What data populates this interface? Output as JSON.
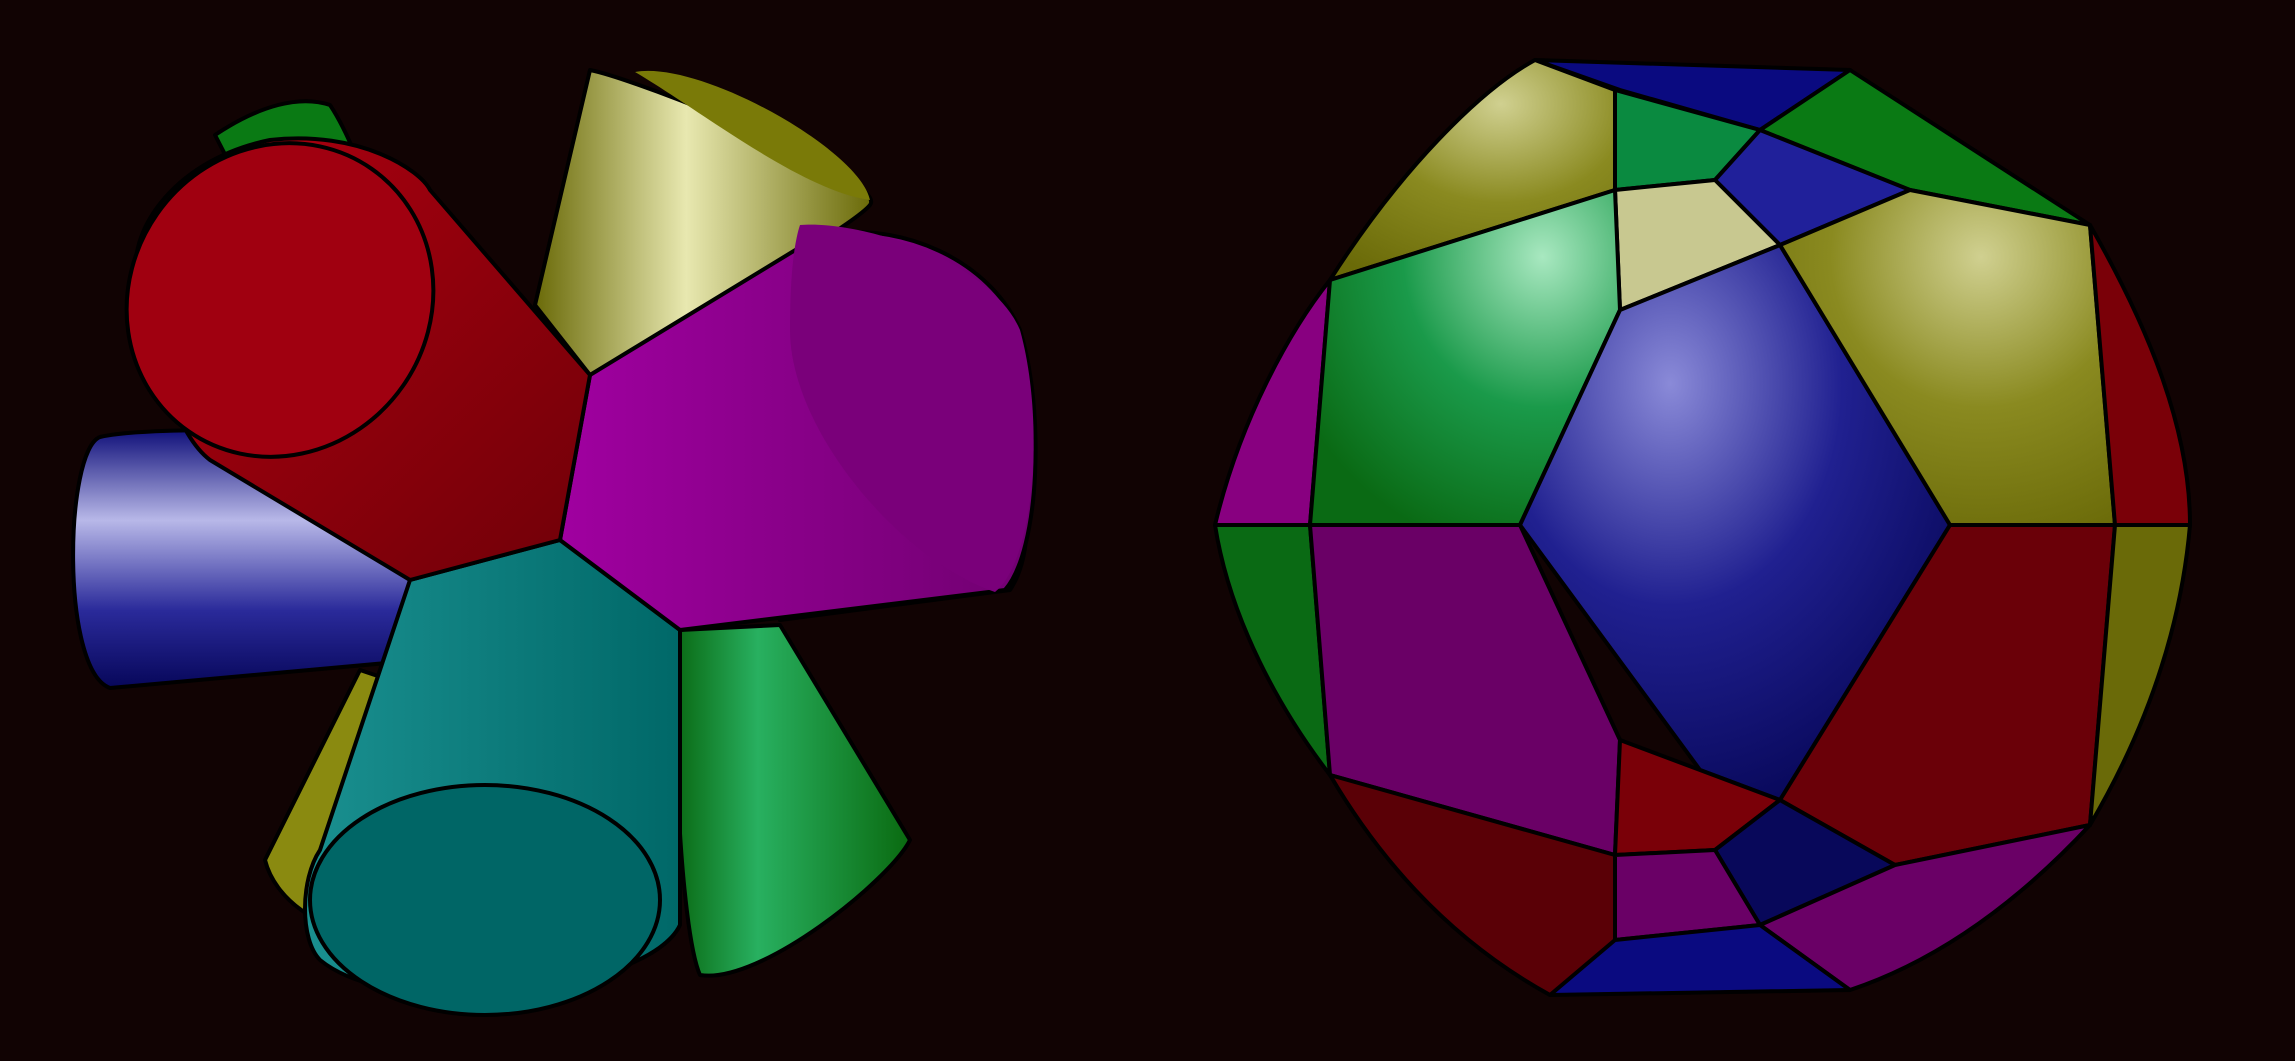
{
  "background": "#110303",
  "figures": [
    {
      "id": "cone-cluster",
      "kind": "cones around a central pentagon",
      "pieces": [
        {
          "name": "green-cone",
          "color": "#0a7a14"
        },
        {
          "name": "yellow-cone",
          "color": "#8a8a10"
        },
        {
          "name": "red-cone",
          "color": "#8a0008"
        },
        {
          "name": "blue-cone",
          "color": "#0a0a80"
        },
        {
          "name": "magenta-cone",
          "color": "#880080"
        },
        {
          "name": "cyan-cone",
          "color": "#0a8a8a"
        }
      ]
    },
    {
      "id": "polyhedral-ball",
      "kind": "spherical polyhedron with coloured faces",
      "face_colors": [
        "#0a0a80",
        "#0a7a14",
        "#8a8a10",
        "#880080",
        "#7a0008"
      ]
    }
  ]
}
